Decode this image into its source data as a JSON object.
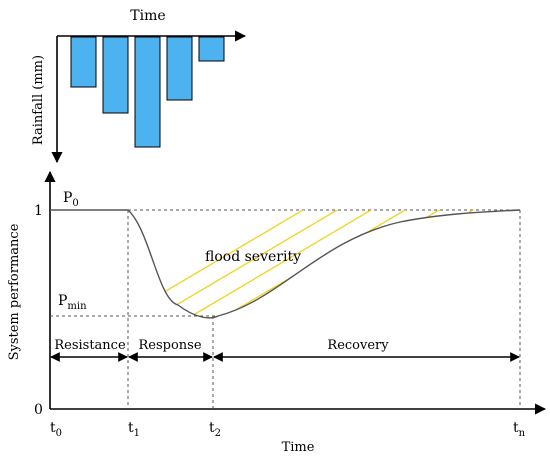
{
  "rainfall": {
    "title": "Time",
    "ylabel": "Rainfall (mm)",
    "bars": [
      0.39,
      0.59,
      0.86,
      0.49,
      0.19
    ],
    "bar_color": "#4db3f0"
  },
  "main": {
    "ylabel": "System performance",
    "xlabel": "Time",
    "y_ticks": [
      "1",
      "0"
    ],
    "x_ticks": [
      {
        "base": "t",
        "sub": "0"
      },
      {
        "base": "t",
        "sub": "1"
      },
      {
        "base": "t",
        "sub": "2"
      },
      {
        "base": "t",
        "sub": "n"
      }
    ],
    "p0": {
      "base": "P",
      "sub": "0"
    },
    "pmin": {
      "base": "P",
      "sub": "min"
    },
    "phases": [
      "Resistance",
      "Response",
      "Recovery"
    ],
    "area_label": "flood severity",
    "hatch_color": "#f2d21b",
    "curve_color": "#555555"
  }
}
